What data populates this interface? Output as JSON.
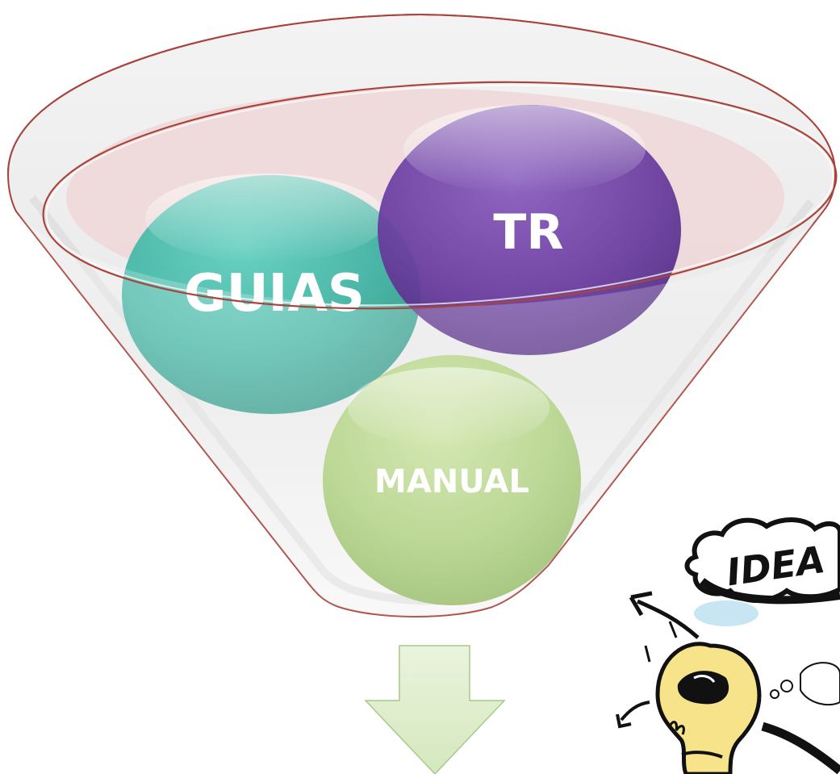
{
  "funnel": {
    "inputs": [
      {
        "id": "guias",
        "label": "GUIAS",
        "color": "#3fb6a5"
      },
      {
        "id": "tr",
        "label": "TR",
        "color": "#6a3fa0"
      },
      {
        "id": "manual",
        "label": "MANUAL",
        "color": "#a9cc78"
      }
    ],
    "output_arrow_color": "#d8eac4",
    "rim_color": "#a8443c"
  },
  "sketch": {
    "bubble_text": "IDEA",
    "icons": [
      "lightbulb-icon",
      "arrow-icon"
    ]
  }
}
